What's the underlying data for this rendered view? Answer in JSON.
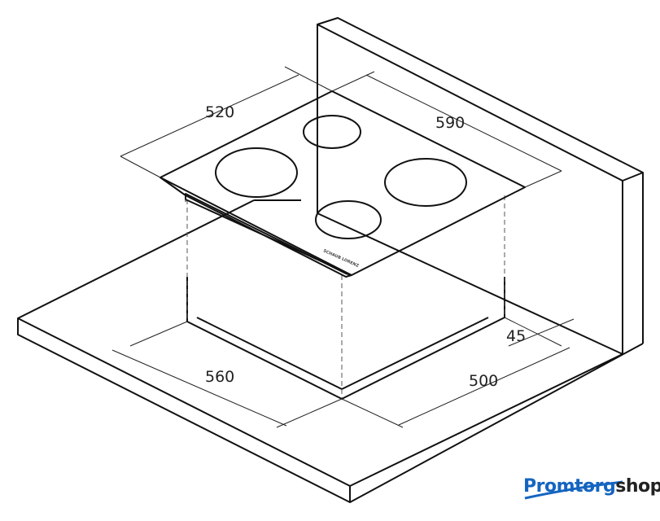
{
  "dimensions": {
    "hob_depth": "520",
    "hob_width": "590",
    "cutout_width": "560",
    "cutout_depth": "500",
    "wall_offset": "45"
  },
  "hob_label": "SCHAUB LORENZ",
  "logo": {
    "part1": "Promtorg",
    "part2": "shop",
    "color1": "#1565c0",
    "color2": "#222222"
  }
}
